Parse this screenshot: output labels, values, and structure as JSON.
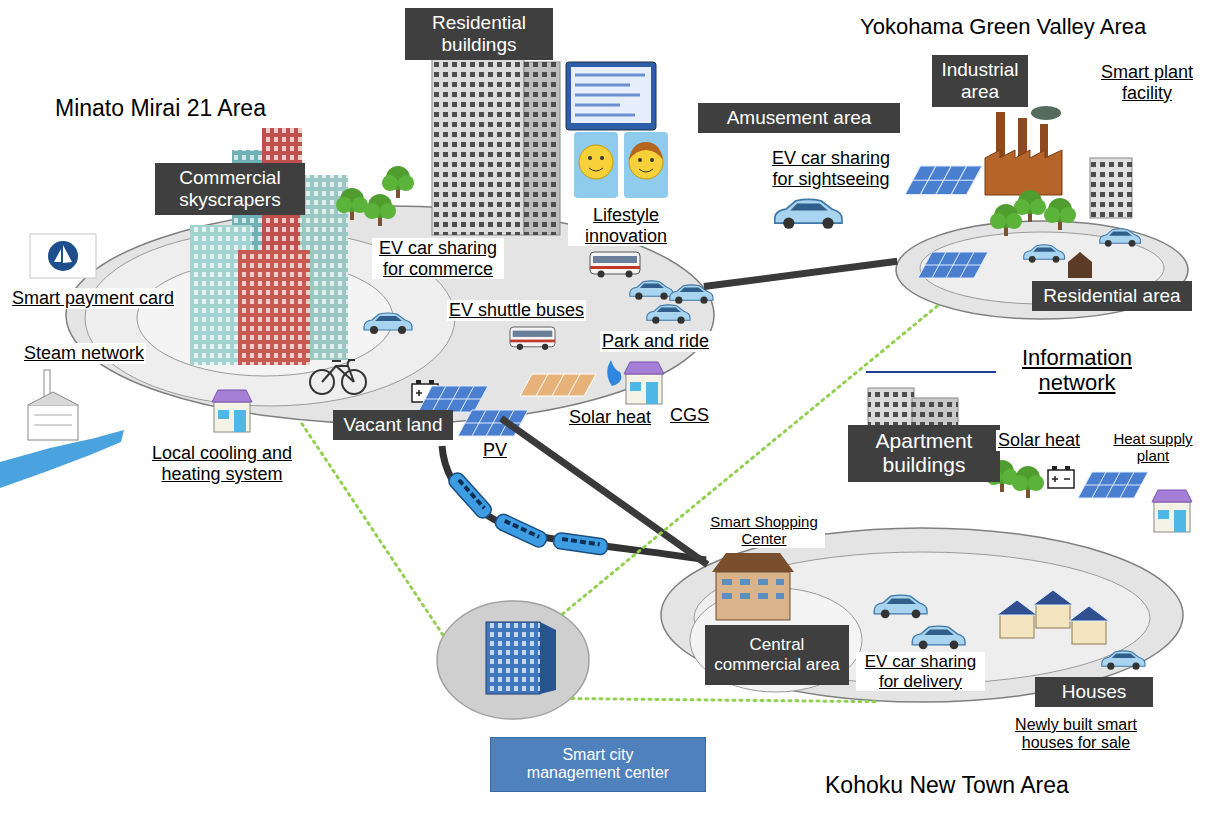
{
  "diagram": {
    "nodes": [
      {
        "text": [
          "Minato Mirai 21 Area"
        ]
      },
      {
        "text": [
          "Residential buildings"
        ]
      },
      {
        "text": [
          "Amusement area"
        ]
      },
      {
        "text": [
          "Commercial skyscrapers"
        ]
      },
      {
        "text": [
          "Vacant land"
        ]
      },
      {
        "text": [
          "Yokohama Green Valley Area"
        ]
      },
      {
        "text": [
          "Industrial area"
        ]
      },
      {
        "text": [
          "Residential area"
        ]
      },
      {
        "text": [
          "Kohoku New Town Area"
        ]
      },
      {
        "text": [
          "Apartment buildings"
        ]
      },
      {
        "text": [
          "Central commercial area"
        ],
        "in": 8
      },
      {
        "text": [
          "Houses"
        ]
      },
      {
        "text": [
          "Smart city management center"
        ]
      }
    ],
    "edges": [
      {
        "from": 0,
        "to": 5,
        "arrow": "none"
      },
      {
        "from": 0,
        "to": 8,
        "arrow": "none"
      },
      {
        "from": 12,
        "to": 0,
        "arrow": "none"
      },
      {
        "from": 12,
        "to": 5,
        "arrow": "none"
      },
      {
        "from": 12,
        "to": 8,
        "arrow": "none"
      }
    ],
    "labels": [
      "Smart plant facility",
      "EV car sharing for sightseeing",
      "Lifestyle innovation",
      "EV car sharing for commerce",
      "Smart payment card",
      "Steam network",
      "EV shuttle buses",
      "Park and ride",
      "Solar heat",
      "CGS",
      "PV",
      "Local cooling and heating system",
      "Smart Shopping Center",
      "Solar heat",
      "Heat supply plant",
      "EV car sharing for delivery",
      "Newly built smart houses for sale"
    ],
    "legend": [
      {
        "text": "Information network"
      }
    ]
  }
}
